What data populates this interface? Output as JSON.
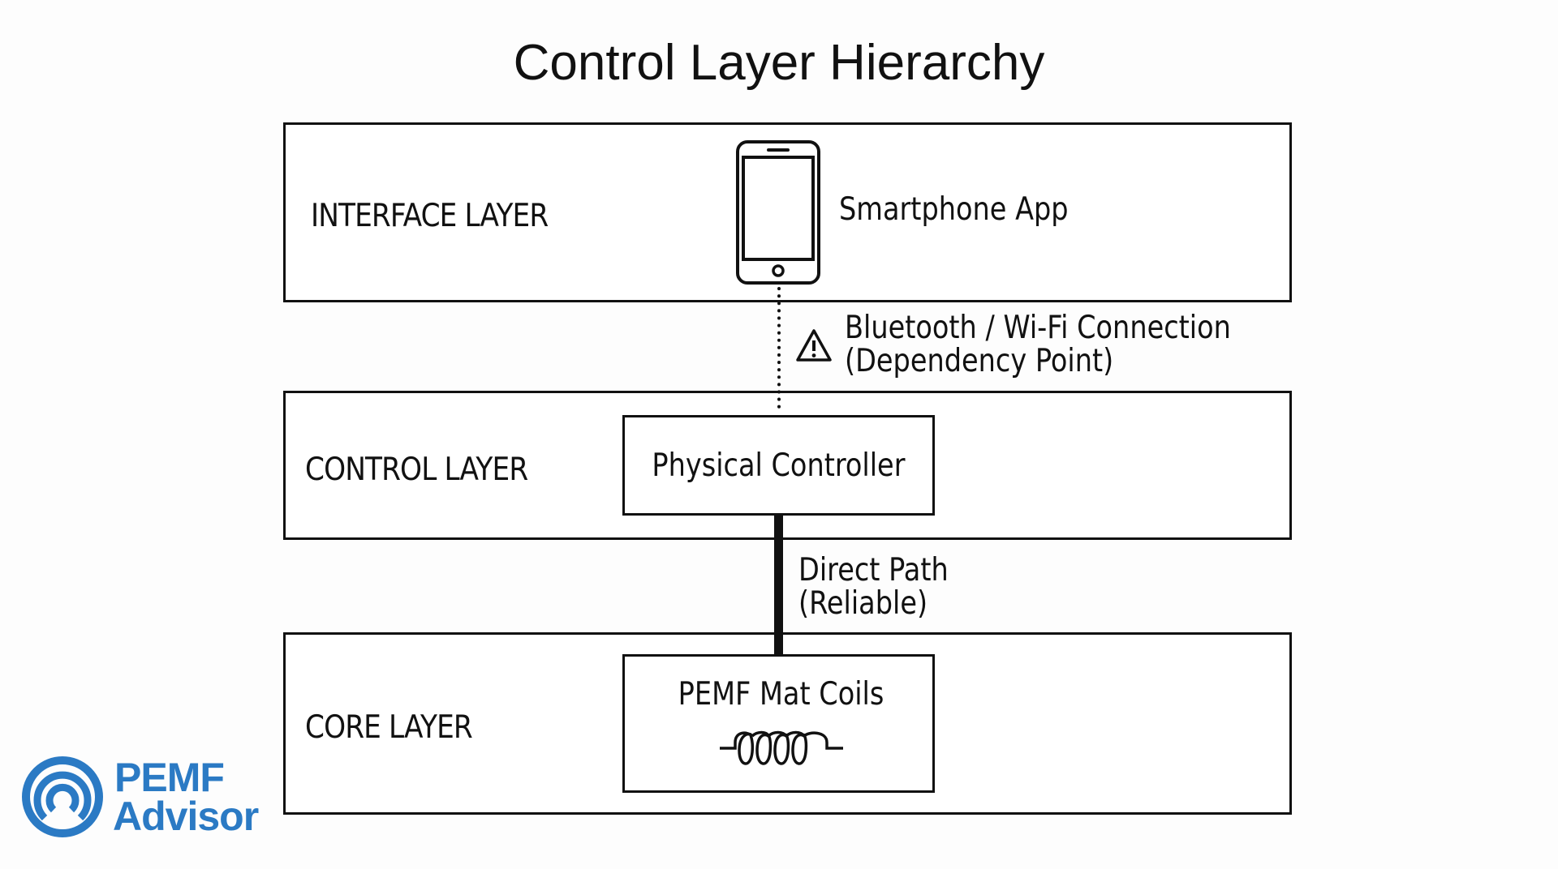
{
  "title": "Control Layer Hierarchy",
  "layers": [
    {
      "id": "interface",
      "label": "INTERFACE LAYER"
    },
    {
      "id": "control",
      "label": "CONTROL LAYER"
    },
    {
      "id": "core",
      "label": "CORE LAYER"
    }
  ],
  "nodes": {
    "smartphone": {
      "label": "Smartphone App",
      "icon": "smartphone-icon"
    },
    "controller": {
      "label": "Physical Controller"
    },
    "coils": {
      "label": "PEMF Mat Coils",
      "icon": "inductor-coil-icon"
    }
  },
  "connections": {
    "wireless": {
      "line1": "Bluetooth / Wi-Fi Connection",
      "line2": "(Dependency Point)",
      "style": "dotted",
      "icon": "warning-icon"
    },
    "direct": {
      "line1": "Direct Path",
      "line2": "(Reliable)",
      "style": "thick-solid"
    }
  },
  "logo": {
    "line1": "PEMF",
    "line2": "Advisor",
    "color": "#2b7ac4",
    "icon": "signal-waves-icon"
  }
}
